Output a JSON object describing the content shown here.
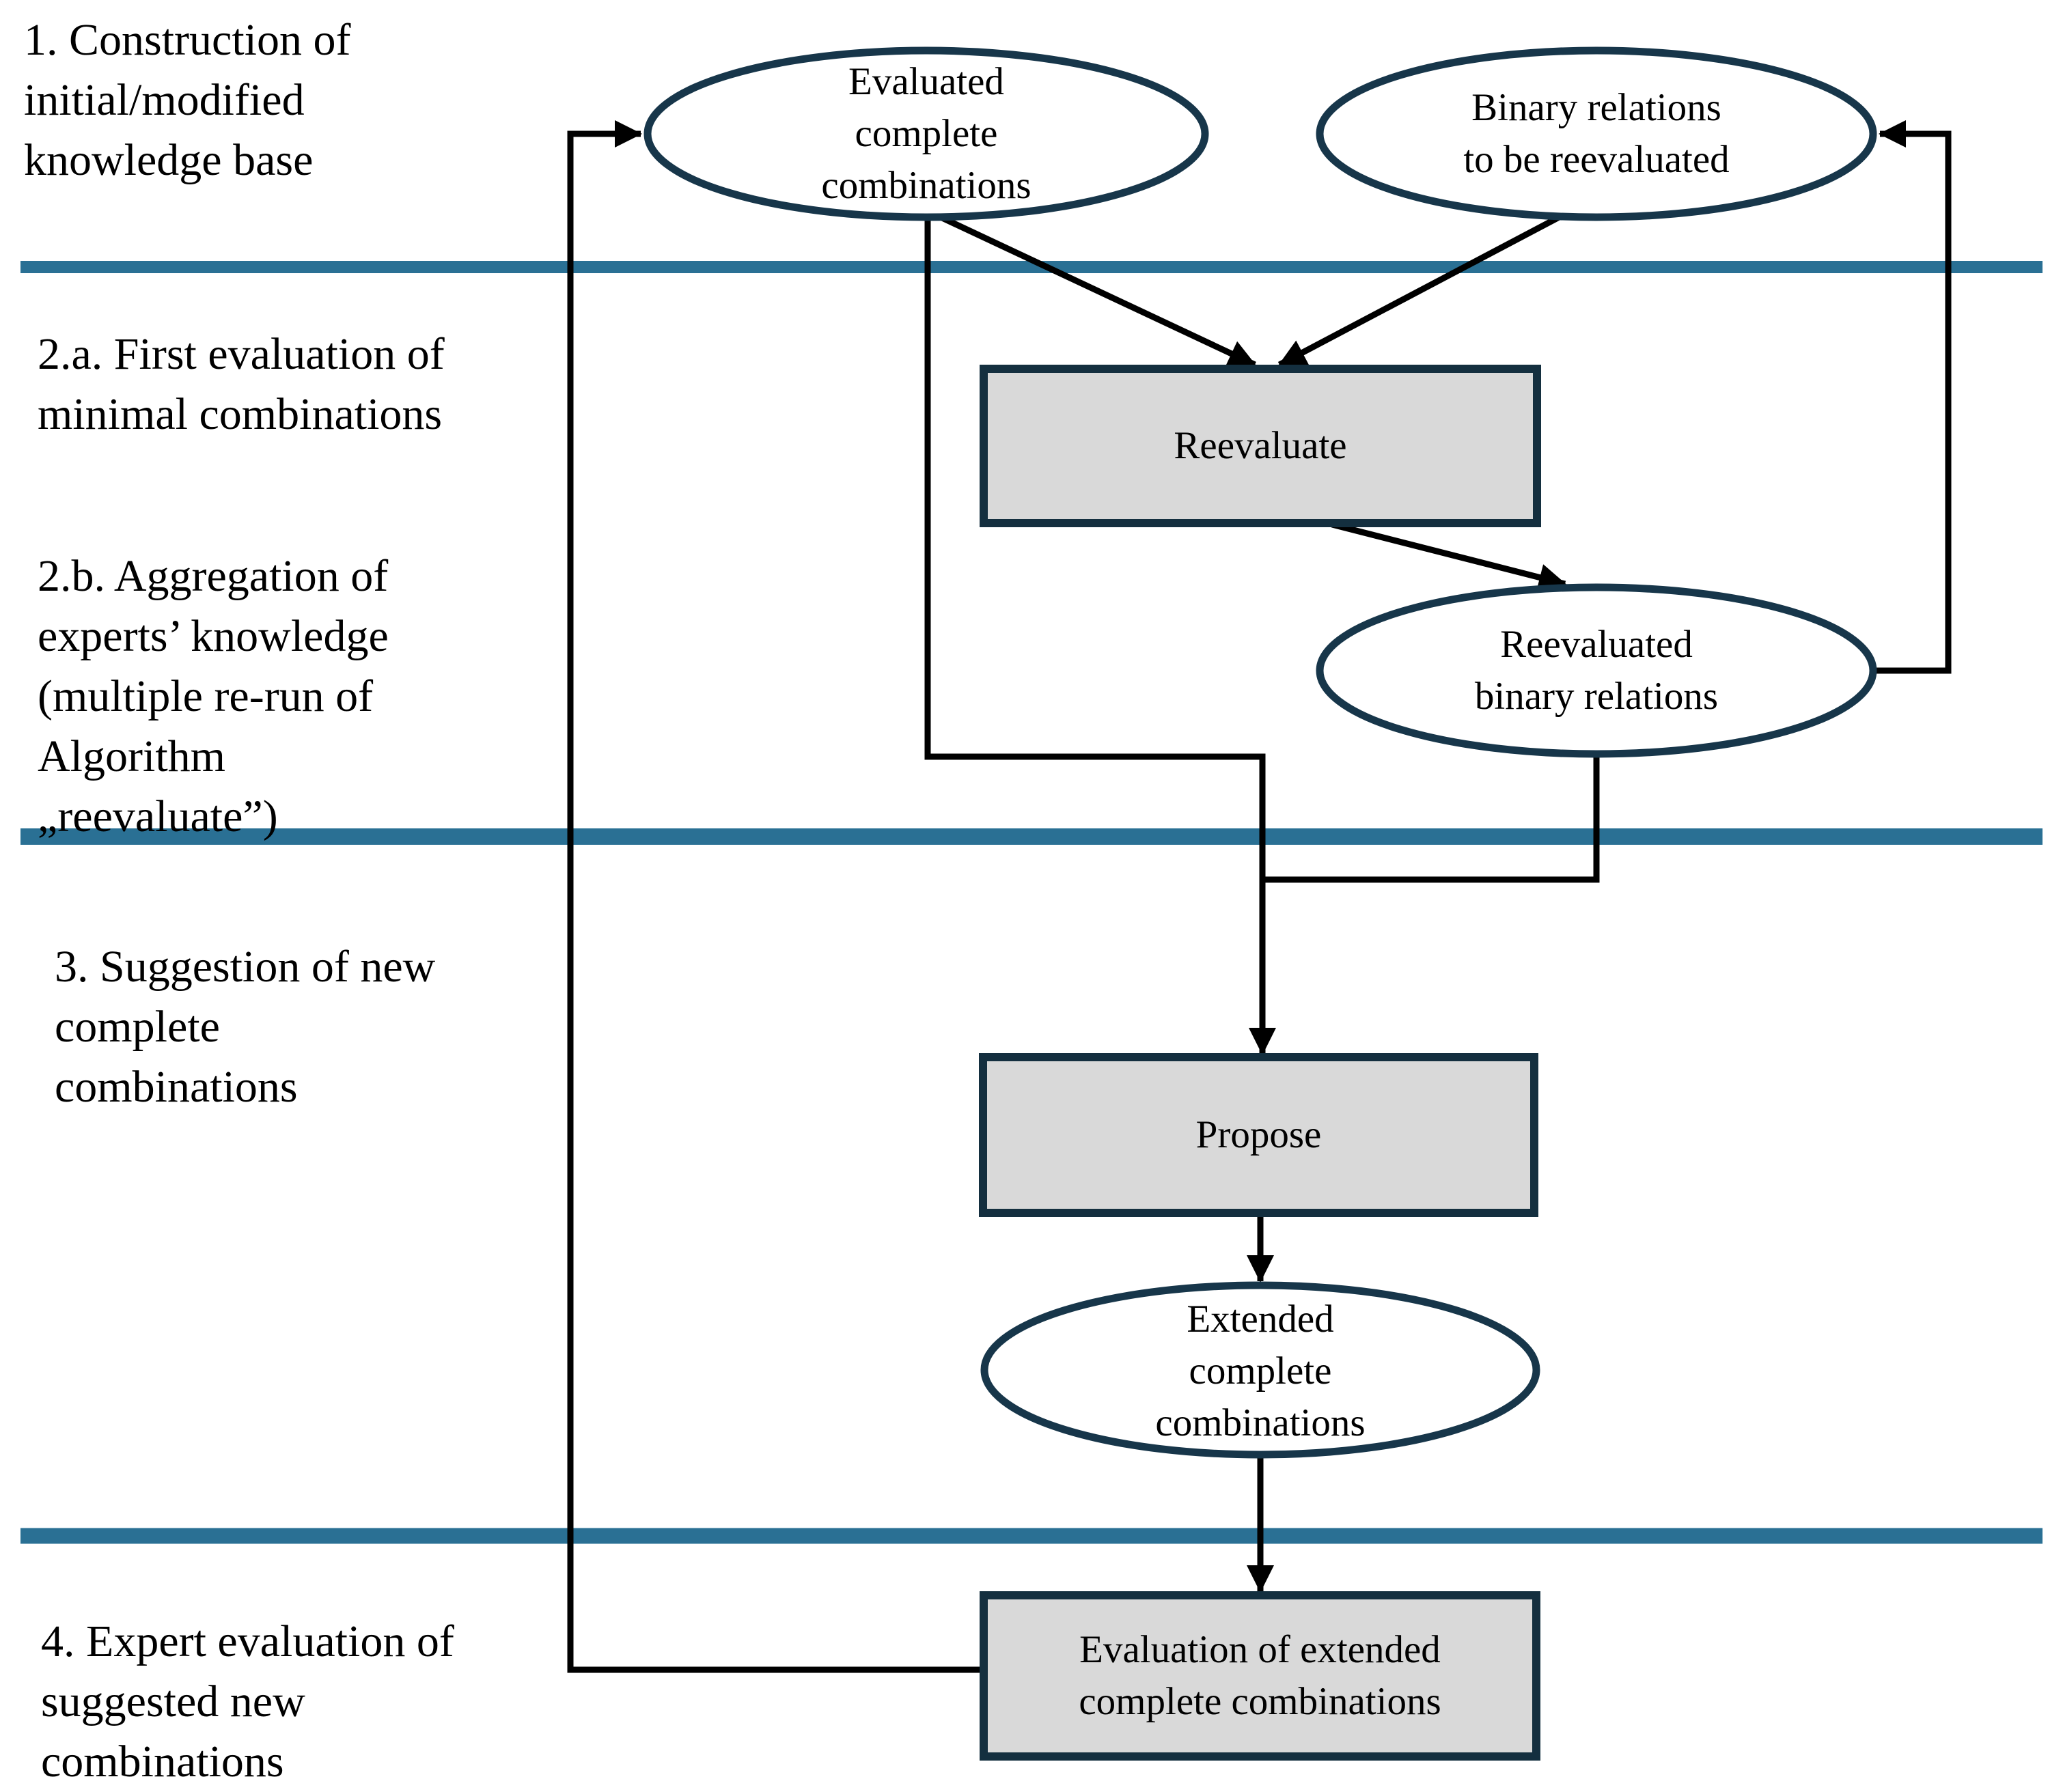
{
  "colors": {
    "background": "#ffffff",
    "divider": "#2a7094",
    "node_border": "#17364a",
    "box_border": "#142f3f",
    "box_fill": "#d9d9d9",
    "connector": "#000000",
    "text": "#000000"
  },
  "phases": [
    {
      "label": "1. Construction of\ninitial/modified\nknowledge base"
    },
    {
      "label": "2.a. First evaluation of\nminimal combinations"
    },
    {
      "label": "2.b. Aggregation of\nexperts’ knowledge\n(multiple re-run of\nAlgorithm\n„reevaluate”)"
    },
    {
      "label": "3. Suggestion of new\ncomplete\ncombinations"
    },
    {
      "label": "4. Expert evaluation of\nsuggested new\ncombinations"
    }
  ],
  "nodes": {
    "evaluated_complete_combinations": {
      "type": "ellipse",
      "label": "Evaluated\ncomplete\ncombinations"
    },
    "binary_relations_to_be_reevaluated": {
      "type": "ellipse",
      "label": "Binary relations\nto be reevaluated"
    },
    "reevaluate": {
      "type": "process",
      "label": "Reevaluate"
    },
    "reevaluated_binary_relations": {
      "type": "ellipse",
      "label": "Reevaluated\nbinary relations"
    },
    "propose": {
      "type": "process",
      "label": "Propose"
    },
    "extended_complete_combinations": {
      "type": "ellipse",
      "label": "Extended\ncomplete\ncombinations"
    },
    "evaluation_of_extended_complete_combinations": {
      "type": "process",
      "label": "Evaluation of extended\ncomplete combinations"
    }
  }
}
